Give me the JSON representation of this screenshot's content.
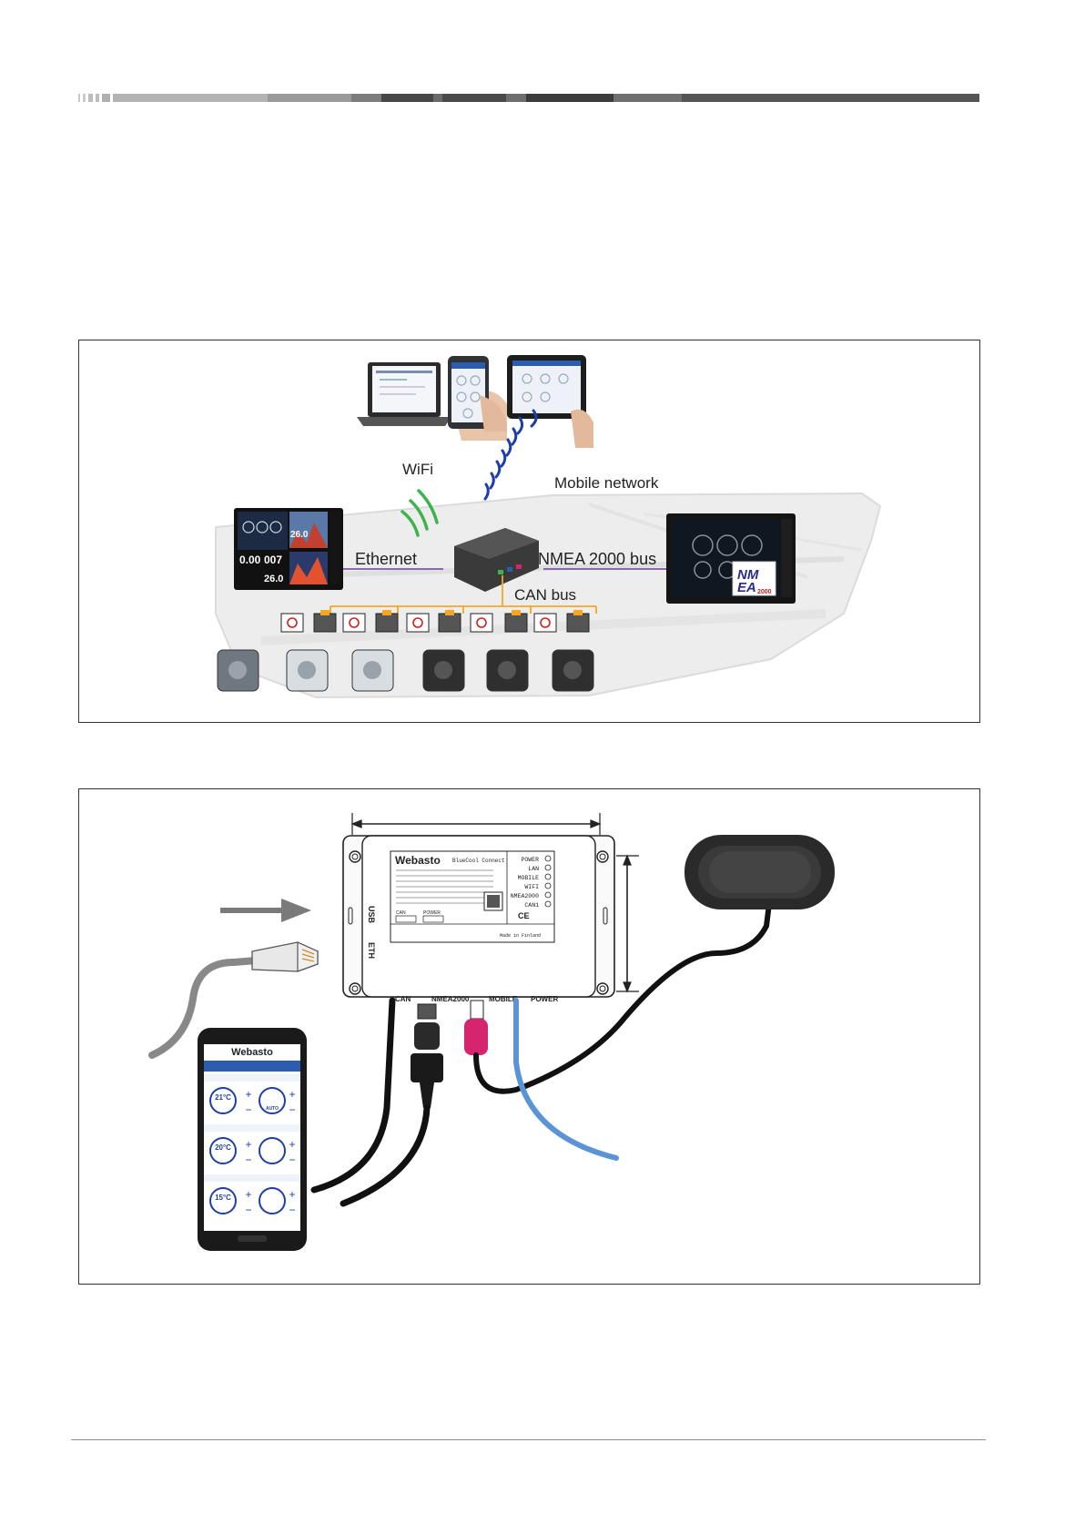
{
  "figure1": {
    "labels": {
      "wifi": "WiFi",
      "mobile_network": "Mobile network",
      "ethernet": "Ethernet",
      "nmea_bus": "NMEA 2000 bus",
      "can_bus": "CAN bus"
    },
    "mfd_readouts": {
      "speed": "0.00",
      "course": "007",
      "depth": "26.0",
      "depth_small": "26.0"
    },
    "nmea_logo": {
      "line1": "NM",
      "line2": "EA",
      "suffix": "2000"
    },
    "colors": {
      "ethernet_line": "#6b3fa0",
      "can_bus_line": "#f5a623",
      "wifi_waves": "#3cb44b",
      "mobile_waves": "#1f3fa8"
    }
  },
  "figure2": {
    "device": {
      "brand": "Webasto",
      "product": "BlueCool Connect",
      "side_labels": [
        "USB",
        "ETH"
      ],
      "bottom_ports": [
        "CAN",
        "NMEA2000",
        "MOBILE",
        "POWER"
      ],
      "status_leds": [
        "POWER",
        "LAN",
        "MOBILE",
        "WIFI",
        "NMEA2000",
        "CAN1"
      ],
      "made_in": "Made in Finland",
      "sticker_section_labels": [
        "CAN",
        "POWER"
      ]
    },
    "phone": {
      "brand": "Webasto",
      "zones": [
        {
          "temp": "21°C",
          "mode": "AUTO"
        },
        {
          "temp": "20°C",
          "mode": ""
        },
        {
          "temp": "15°C",
          "mode": ""
        }
      ]
    },
    "colors": {
      "power_cable": "#5b94d6",
      "mobile_connector": "#d6246e",
      "arrow": "#7a7a7a"
    }
  }
}
